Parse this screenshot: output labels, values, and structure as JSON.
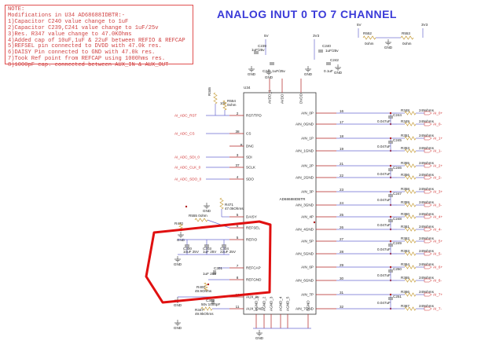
{
  "title": "ANALOG INUT 0 TO 7 CHANNEL",
  "note": {
    "heading": "NOTE:",
    "lines": [
      "Modifications in U34 AD68688IDBTR:-",
      "1)Capacitor C240 value change to 1uF",
      "2)Capacitor C239,C241 value change to 1uF/25v",
      "3)Res. R347 value change to 47.0KOhms",
      "4)Added cap of 10uF,1uF & 22uF between REFIO & REFCAP",
      "5)REFSEL pin connected to DVDD with 47.0k res.",
      "6)DAISY Pin connected to GND with 47.0k res.",
      "7)Took Ref point from REFCAP using 1000hms res.",
      "8)1000pF cap. connected between AUX_IN & AUX_OUT"
    ]
  },
  "chip": {
    "ref": "U34",
    "part": "AD68688IDBTR",
    "top_pins": [
      "AVDD_1",
      "AVDD",
      "DVDD"
    ],
    "bottom_pins": [
      "AGND_1",
      "AGND_2",
      "AGND_3",
      "AGND_4",
      "AGND_5",
      "DGND"
    ],
    "left_pins": [
      {
        "num": "2",
        "name": "RST/TPD"
      },
      {
        "num": "38",
        "name": "CS"
      },
      {
        "num": "",
        "name": "DNC"
      },
      {
        "num": "3",
        "name": "SDI"
      },
      {
        "num": "37",
        "name": "SCLK"
      },
      {
        "num": "4",
        "name": "SDO"
      },
      {
        "num": "5",
        "name": "DAISY"
      },
      {
        "num": "6",
        "name": "REFSEL"
      },
      {
        "num": "5",
        "name": "REFIO"
      },
      {
        "num": "7",
        "name": "REFCAP"
      },
      {
        "num": "8",
        "name": "REFGND"
      },
      {
        "num": "10",
        "name": "AUX_IN"
      },
      {
        "num": "11",
        "name": "AUX_GND"
      }
    ],
    "right_pins": [
      {
        "num": "16",
        "name": "AIN_0P"
      },
      {
        "num": "17",
        "name": "AIN_0GND"
      },
      {
        "num": "18",
        "name": "AIN_1P"
      },
      {
        "num": "19",
        "name": "AIN_1GND"
      },
      {
        "num": "21",
        "name": "AIN_2P"
      },
      {
        "num": "22",
        "name": "AIN_2GND"
      },
      {
        "num": "23",
        "name": "AIN_3P"
      },
      {
        "num": "24",
        "name": "AIN_3GND"
      },
      {
        "num": "25",
        "name": "AIN_4P"
      },
      {
        "num": "26",
        "name": "AIN_4GND"
      },
      {
        "num": "27",
        "name": "AIN_5P"
      },
      {
        "num": "28",
        "name": "AIN_5GND"
      },
      {
        "num": "29",
        "name": "AIN_6P"
      },
      {
        "num": "30",
        "name": "AIN_6GND"
      },
      {
        "num": "31",
        "name": "AIN_7P"
      },
      {
        "num": "32",
        "name": "AIN_7GND"
      }
    ]
  },
  "left_nets": [
    "AI_ADC_RST",
    "AI_ADC_CS",
    "AI_ADC_SDI_0",
    "AI_ADC_CLK_0",
    "AI_ADC_SDO_0"
  ],
  "top_parts": [
    {
      "ref": "C239",
      "value": "1uF/25v"
    },
    {
      "ref": "C241",
      "value": "1uF/25v"
    },
    {
      "ref": "C240",
      "value": "1uF/25v"
    },
    {
      "ref": "C242",
      "value": "0.1uF"
    },
    {
      "ref": "R552",
      "value": "0ohm"
    },
    {
      "ref": "R553",
      "value": "0ohm"
    }
  ],
  "power_labels": [
    "5V",
    "3V3",
    "5V",
    "3V3"
  ],
  "left_parts": [
    {
      "ref": "R346",
      "value": "10k"
    },
    {
      "ref": "R554",
      "value": "0ohm"
    },
    {
      "ref": "R471",
      "value": "47.0kOhms"
    },
    {
      "ref": "R555",
      "value": "0ohm"
    },
    {
      "ref": "R470",
      "value": ""
    },
    {
      "ref": "C300",
      "value": "10uF 25V"
    },
    {
      "ref": "C303",
      "value": "1uF 25V"
    },
    {
      "ref": "C304",
      "value": "22uF 25V"
    },
    {
      "ref": "C301",
      "value": "1uF 25V"
    },
    {
      "ref": "R400",
      "value": "49.9Ohms"
    },
    {
      "ref": "C302",
      "value": "50v 1000pF"
    },
    {
      "ref": "R347",
      "value": "49.9kOhms"
    }
  ],
  "channels": [
    {
      "r": "R348",
      "rv": "249ohms",
      "c": "C244",
      "cv": "0.047uF",
      "net": "AI_0+"
    },
    {
      "r": "R349",
      "rv": "249ohms",
      "c": "",
      "cv": "",
      "net": "AI_0-"
    },
    {
      "r": "R351",
      "rv": "249ohms",
      "c": "C245",
      "cv": "0.047uF",
      "net": "AI_1+"
    },
    {
      "r": "R353",
      "rv": "249ohms",
      "c": "",
      "cv": "",
      "net": "AI_1-"
    },
    {
      "r": "R355",
      "rv": "249ohms",
      "c": "C246",
      "cv": "0.047uF",
      "net": "AI_2+"
    },
    {
      "r": "R356",
      "rv": "249ohms",
      "c": "",
      "cv": "",
      "net": "AI_2-"
    },
    {
      "r": "R358",
      "rv": "249ohms",
      "c": "C247",
      "cv": "0.047uF",
      "net": "AI_3+"
    },
    {
      "r": "R359",
      "rv": "249ohms",
      "c": "",
      "cv": "",
      "net": "AI_3-"
    },
    {
      "r": "R360",
      "rv": "249ohms",
      "c": "C248",
      "cv": "0.047uF",
      "net": "AI_4+"
    },
    {
      "r": "R361",
      "rv": "249ohms",
      "c": "",
      "cv": "",
      "net": "AI_4-"
    },
    {
      "r": "R362",
      "rv": "249ohms",
      "c": "C249",
      "cv": "0.047uF",
      "net": "AI_5+"
    },
    {
      "r": "R363",
      "rv": "249ohms",
      "c": "",
      "cv": "",
      "net": "AI_5-"
    },
    {
      "r": "R364",
      "rv": "249ohms",
      "c": "C250",
      "cv": "0.047uF",
      "net": "AI_6+"
    },
    {
      "r": "R365",
      "rv": "249ohms",
      "c": "",
      "cv": "",
      "net": "AI_6-"
    },
    {
      "r": "R366",
      "rv": "249ohms",
      "c": "C251",
      "cv": "0.047uF",
      "net": "AI_7+"
    },
    {
      "r": "R367",
      "rv": "249ohms",
      "c": "",
      "cv": "",
      "net": "AI_7-"
    }
  ],
  "gnd_label": "GND",
  "colors": {
    "wire": "#6a6ad0",
    "pinwire": "#b02020",
    "annotation": "#e01010",
    "title": "#3a3ad8",
    "note": "#d04040",
    "resistor": "#c8a040"
  }
}
